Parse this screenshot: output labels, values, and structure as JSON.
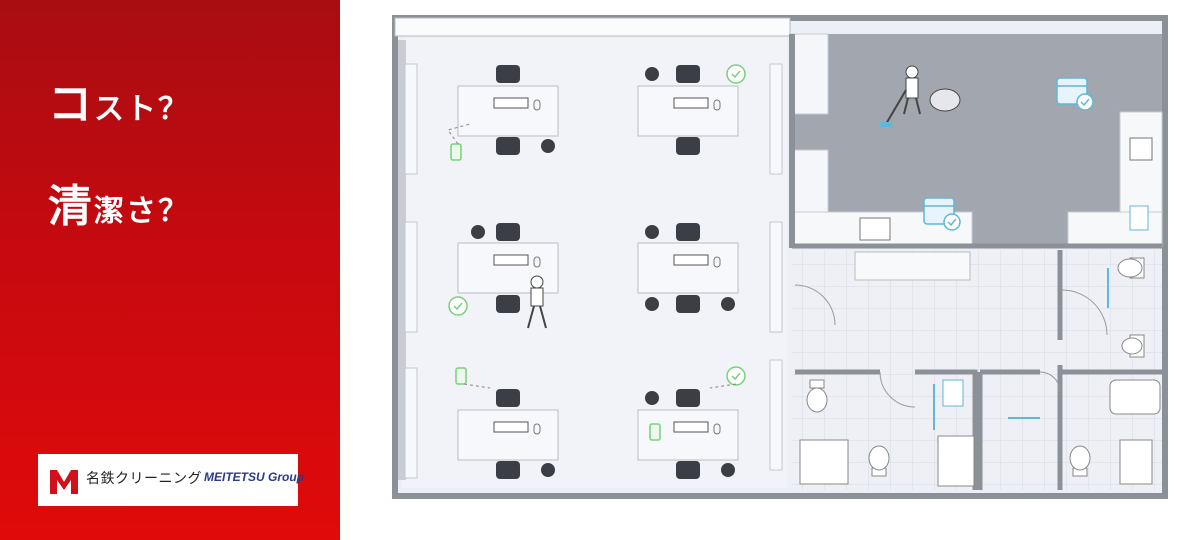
{
  "headline": {
    "line1_big": "コ",
    "line1_small": "スト？",
    "line2_big": "清",
    "line2_small": "潔さ？"
  },
  "logo": {
    "company_name": "名鉄クリーニング",
    "group_name": "MEITETSU Group"
  },
  "colors": {
    "brand_red": "#c50a10",
    "check_green": "#7ad07a",
    "accent_blue": "#5fb7d9",
    "wall_gray": "#8c9097",
    "floor_dark": "#9da1a9"
  },
  "icons": [
    "checkmark-icon",
    "calendar-icon",
    "spray-bottle-icon",
    "vacuum-cleaner-icon",
    "trash-bin-icon",
    "toilet-brush-icon"
  ]
}
